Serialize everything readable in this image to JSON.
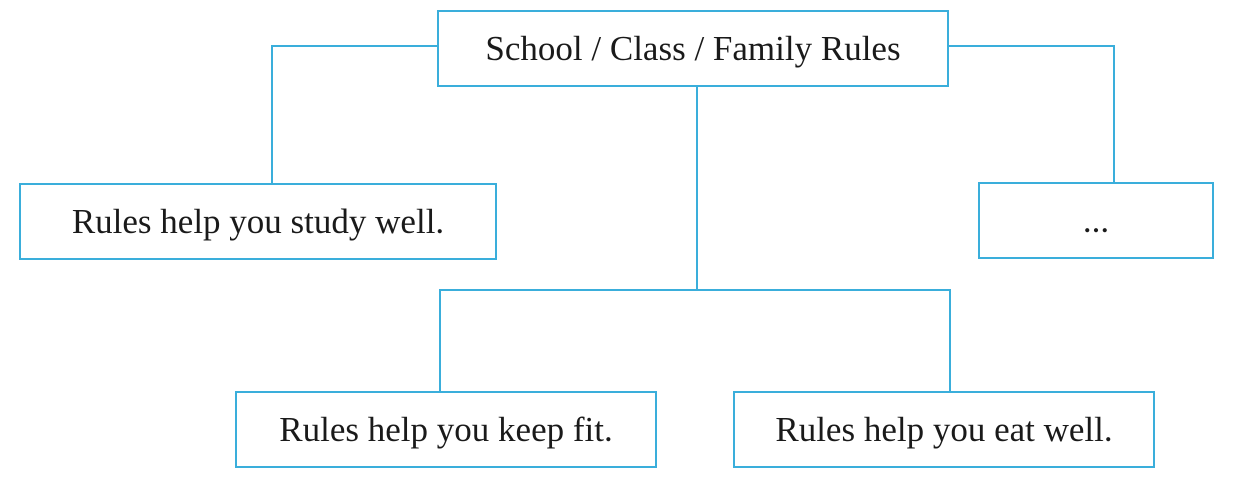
{
  "diagram": {
    "line_color": "#3aaedb",
    "text_color": "#1a1a1a",
    "root": {
      "label": "School / Class / Family Rules"
    },
    "children": {
      "study": {
        "label": "Rules help you study well."
      },
      "more": {
        "label": "..."
      },
      "fit": {
        "label": "Rules help you keep fit."
      },
      "eat": {
        "label": "Rules help you eat well."
      }
    }
  }
}
